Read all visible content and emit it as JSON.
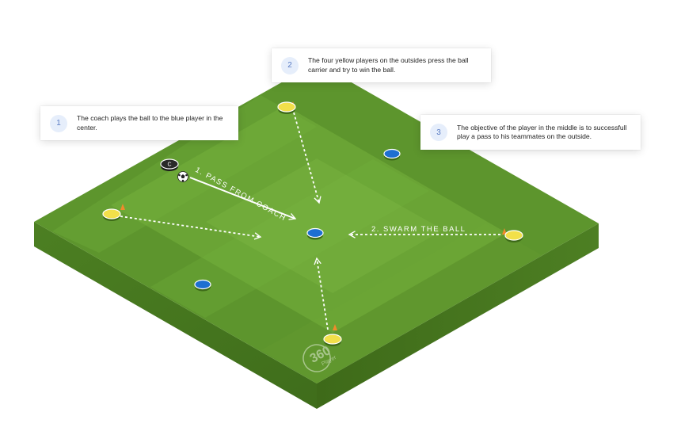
{
  "callouts": [
    {
      "number": "1",
      "text": "The coach plays the ball to the blue player in the center."
    },
    {
      "number": "2",
      "text": "The four yellow players on the outsides press the ball carrier and try to win the ball."
    },
    {
      "number": "3",
      "text": "The objective of the player in the middle is to successfull play a pass to his teammates on the outside."
    }
  ],
  "field_labels": {
    "pass": "1. PASS FROM COACH",
    "swarm": "2. SWARM THE BALL"
  },
  "watermark": {
    "big": "360",
    "small": "Player"
  },
  "colors": {
    "yellow_player": "#f2e04a",
    "blue_player": "#1e6fd0",
    "coach": "#2a2a2a",
    "cone": "#f08a2c",
    "grass_dark": "#5a922b",
    "grass_light": "#78b43f"
  }
}
